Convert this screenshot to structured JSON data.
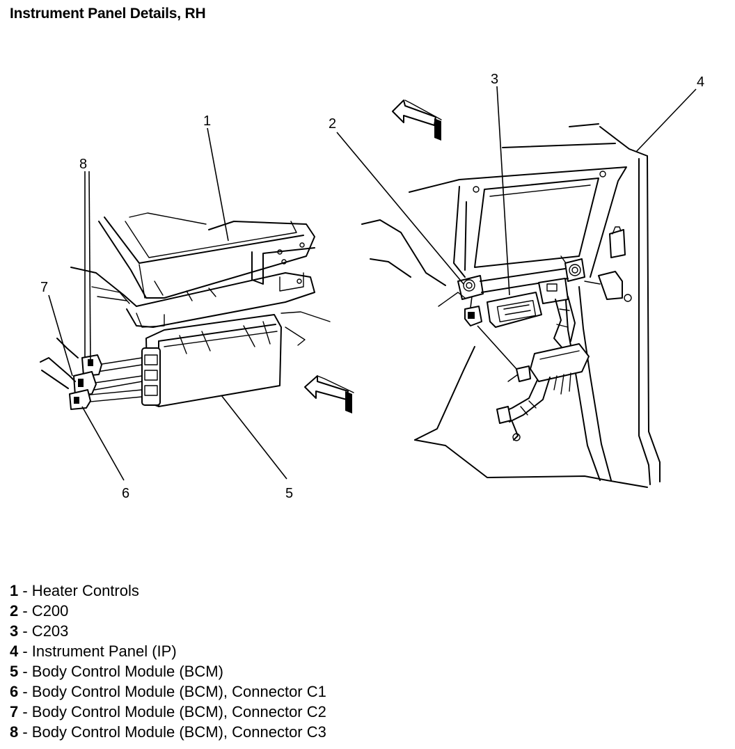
{
  "title": "Instrument Panel Details, RH",
  "callouts": [
    "1",
    "2",
    "3",
    "4",
    "5",
    "6",
    "7",
    "8"
  ],
  "legend": [
    {
      "num": "1",
      "text": " - Heater Controls"
    },
    {
      "num": "2",
      "text": " - C200"
    },
    {
      "num": "3",
      "text": " - C203"
    },
    {
      "num": "4",
      "text": " - Instrument Panel (IP)"
    },
    {
      "num": "5",
      "text": " - Body Control Module (BCM)"
    },
    {
      "num": "6",
      "text": " - Body Control Module (BCM), Connector C1"
    },
    {
      "num": "7",
      "text": " - Body Control Module (BCM), Connector C2"
    },
    {
      "num": "8",
      "text": " - Body Control Module (BCM), Connector C3"
    }
  ],
  "icons": [
    "forward-arrow-icon",
    "forward-arrow-icon"
  ]
}
